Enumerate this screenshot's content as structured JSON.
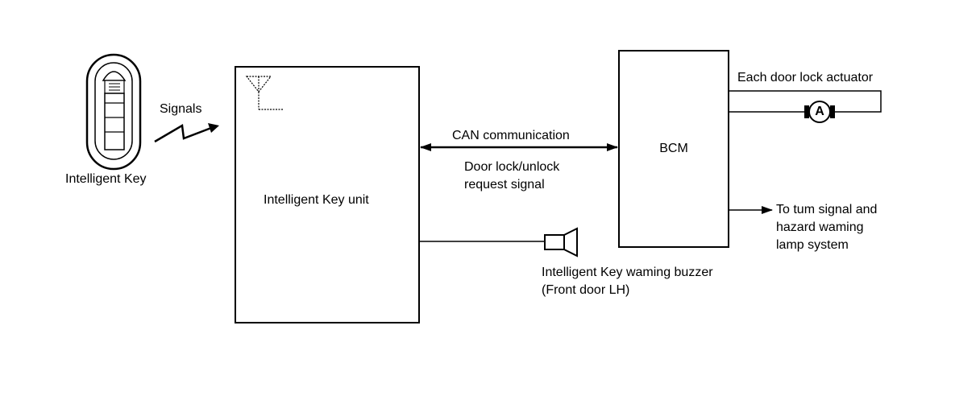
{
  "labels": {
    "intelligent_key": "Intelligent Key",
    "signals": "Signals",
    "key_unit": "Intelligent Key unit",
    "can_comm": "CAN communication",
    "door_lock_line1": "Door lock/unlock",
    "door_lock_line2": "request signal",
    "bcm": "BCM",
    "actuator": "Each door lock actuator",
    "motor": "A",
    "turn_line1": "To tum signal and",
    "turn_line2": "hazard waming",
    "turn_line3": "lamp system",
    "buzzer_line1": "Intelligent Key waming buzzer",
    "buzzer_line2": "(Front door LH)"
  }
}
